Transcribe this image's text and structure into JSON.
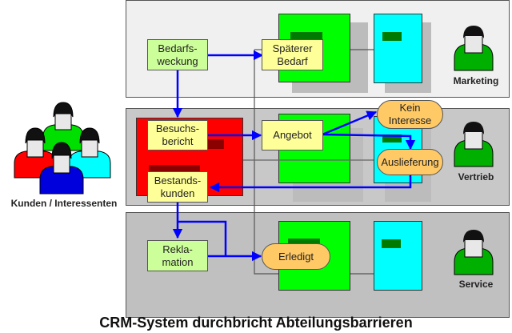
{
  "title": "CRM-System durchbricht Abteilungsbarrieren",
  "customers": {
    "label": "Kunden / Interessenten",
    "icon": "customer-group-icon"
  },
  "departments": [
    {
      "id": "marketing",
      "label": "Marketing",
      "icon": "person-icon"
    },
    {
      "id": "vertrieb",
      "label": "Vertrieb",
      "icon": "person-icon"
    },
    {
      "id": "service",
      "label": "Service",
      "icon": "person-icon"
    }
  ],
  "processes": {
    "bedarfsweckung": "Bedarfs-\nweckung",
    "spaeterer_bedarf": "Späterer\nBedarf",
    "besuchsbericht": "Besuchs-\nbericht",
    "angebot": "Angebot",
    "bestandskunden": "Bestands-\nkunden",
    "reklamation": "Rekla-\nmation"
  },
  "terminals": {
    "kein_interesse": "Kein\nInteresse",
    "auslieferung": "Auslieferung",
    "erledigt": "Erledigt"
  },
  "colors": {
    "arrow": "#0000ff",
    "process_green": "#ccff99",
    "process_yellow": "#ffff99",
    "terminal": "#ffc966"
  }
}
